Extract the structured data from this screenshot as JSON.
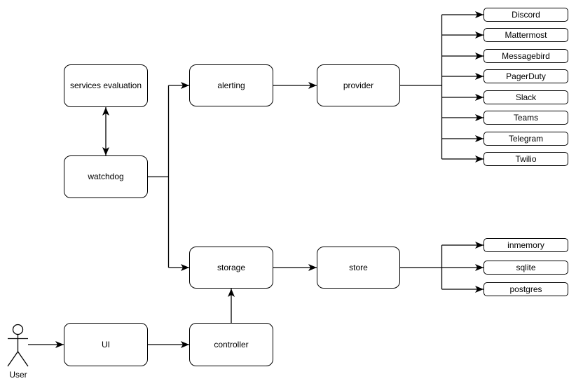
{
  "colors": {
    "background": "#ffffff",
    "stroke": "#000000",
    "text": "#000000"
  },
  "nodes": {
    "services_evaluation": {
      "label": "services evaluation"
    },
    "watchdog": {
      "label": "watchdog"
    },
    "alerting": {
      "label": "alerting"
    },
    "provider": {
      "label": "provider"
    },
    "storage": {
      "label": "storage"
    },
    "store": {
      "label": "store"
    },
    "ui": {
      "label": "UI"
    },
    "controller": {
      "label": "controller"
    }
  },
  "providers": [
    "Discord",
    "Mattermost",
    "Messagebird",
    "PagerDuty",
    "Slack",
    "Teams",
    "Telegram",
    "Twilio"
  ],
  "stores": [
    "inmemory",
    "sqlite",
    "postgres"
  ],
  "actor": {
    "label": "User"
  },
  "edges": [
    {
      "from": "services evaluation",
      "to": "watchdog",
      "type": "bidirectional-arrow"
    },
    {
      "from": "watchdog",
      "to": "alerting",
      "type": "arrow"
    },
    {
      "from": "watchdog",
      "to": "storage",
      "type": "arrow"
    },
    {
      "from": "alerting",
      "to": "provider",
      "type": "arrow"
    },
    {
      "from": "provider",
      "to": "Discord",
      "type": "arrow"
    },
    {
      "from": "provider",
      "to": "Mattermost",
      "type": "arrow"
    },
    {
      "from": "provider",
      "to": "Messagebird",
      "type": "arrow"
    },
    {
      "from": "provider",
      "to": "PagerDuty",
      "type": "arrow"
    },
    {
      "from": "provider",
      "to": "Slack",
      "type": "arrow"
    },
    {
      "from": "provider",
      "to": "Teams",
      "type": "arrow"
    },
    {
      "from": "provider",
      "to": "Telegram",
      "type": "arrow"
    },
    {
      "from": "provider",
      "to": "Twilio",
      "type": "arrow"
    },
    {
      "from": "storage",
      "to": "store",
      "type": "arrow"
    },
    {
      "from": "store",
      "to": "inmemory",
      "type": "arrow"
    },
    {
      "from": "store",
      "to": "sqlite",
      "type": "arrow"
    },
    {
      "from": "store",
      "to": "postgres",
      "type": "arrow"
    },
    {
      "from": "User",
      "to": "UI",
      "type": "arrow"
    },
    {
      "from": "UI",
      "to": "controller",
      "type": "arrow"
    },
    {
      "from": "controller",
      "to": "storage",
      "type": "arrow"
    }
  ]
}
